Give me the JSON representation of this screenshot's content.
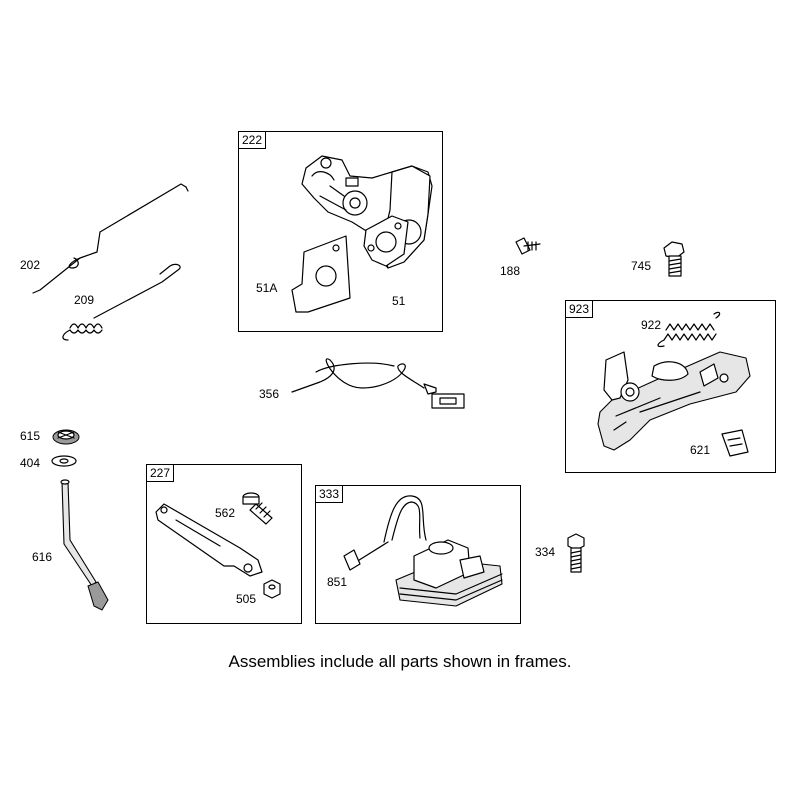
{
  "frames": [
    {
      "id": "frame-222",
      "tag": "222"
    },
    {
      "id": "frame-923",
      "tag": "923"
    },
    {
      "id": "frame-227",
      "tag": "227"
    },
    {
      "id": "frame-333",
      "tag": "333"
    }
  ],
  "callouts": {
    "p202": "202",
    "p209": "209",
    "p51a": "51A",
    "p51": "51",
    "p188": "188",
    "p745": "745",
    "p922": "922",
    "p621": "621",
    "p356": "356",
    "p615": "615",
    "p404": "404",
    "p616": "616",
    "p562": "562",
    "p505": "505",
    "p851": "851",
    "p334": "334"
  },
  "footer_note": "Assemblies include all parts shown in frames."
}
